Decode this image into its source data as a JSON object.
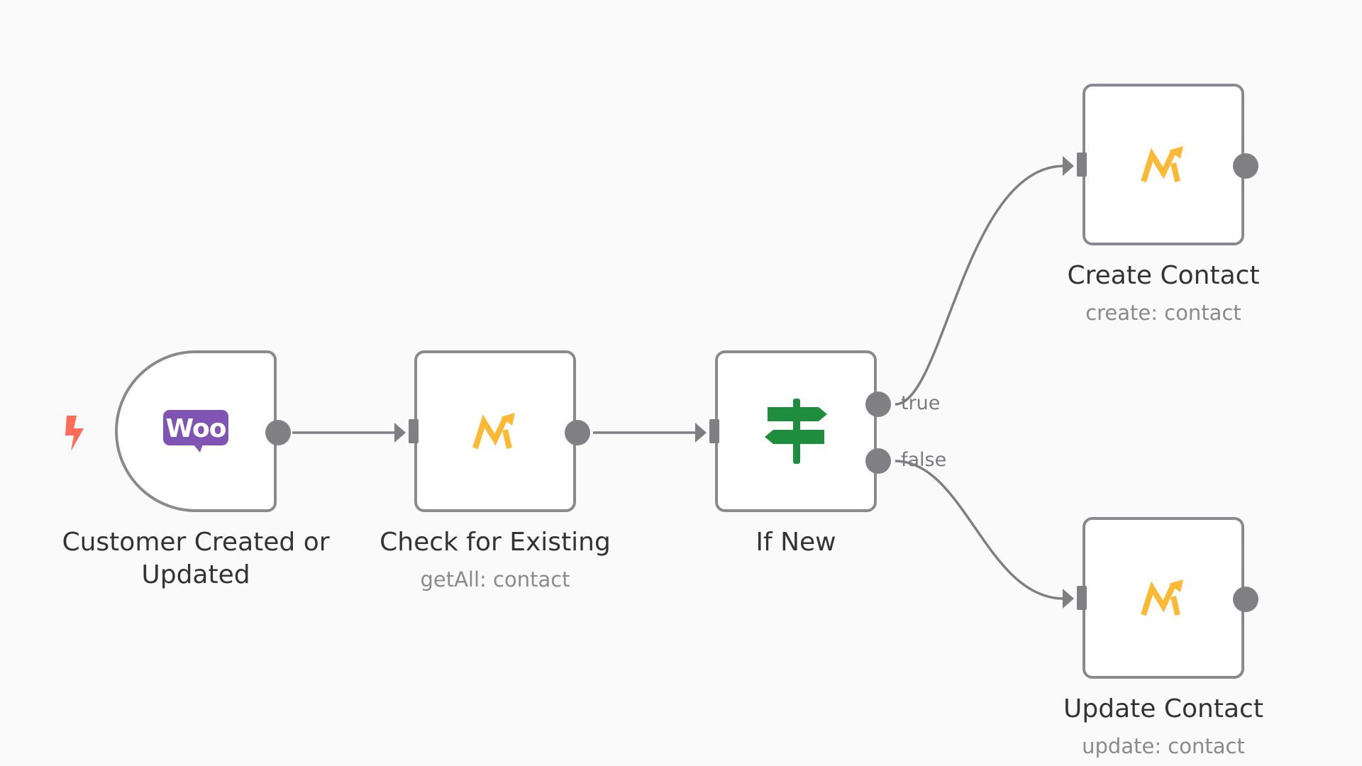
{
  "canvas": {
    "background": "#fafafa",
    "node_border": "#8a8a8e",
    "edge_color": "#7f7f83"
  },
  "nodes": {
    "customer": {
      "title": "Customer Created or Updated",
      "icon": "woocommerce-logo",
      "logo_text": "Woo",
      "brand_color": "#7f54b3"
    },
    "check": {
      "title": "Check for Existing",
      "subtitle": "getAll: contact",
      "icon": "mautic-logo",
      "brand_color": "#fdb933"
    },
    "ifnew": {
      "title": "If New",
      "icon": "signpost-icon",
      "brand_color": "#1e8e3e",
      "outputs": {
        "true_label": "true",
        "false_label": "false"
      }
    },
    "create": {
      "title": "Create Contact",
      "subtitle": "create: contact",
      "icon": "mautic-logo",
      "brand_color": "#fdb933"
    },
    "update": {
      "title": "Update Contact",
      "subtitle": "update: contact",
      "icon": "mautic-logo",
      "brand_color": "#fdb933"
    }
  },
  "trigger_marker": {
    "icon": "lightning-bolt-icon",
    "color": "#ff6d5a"
  }
}
